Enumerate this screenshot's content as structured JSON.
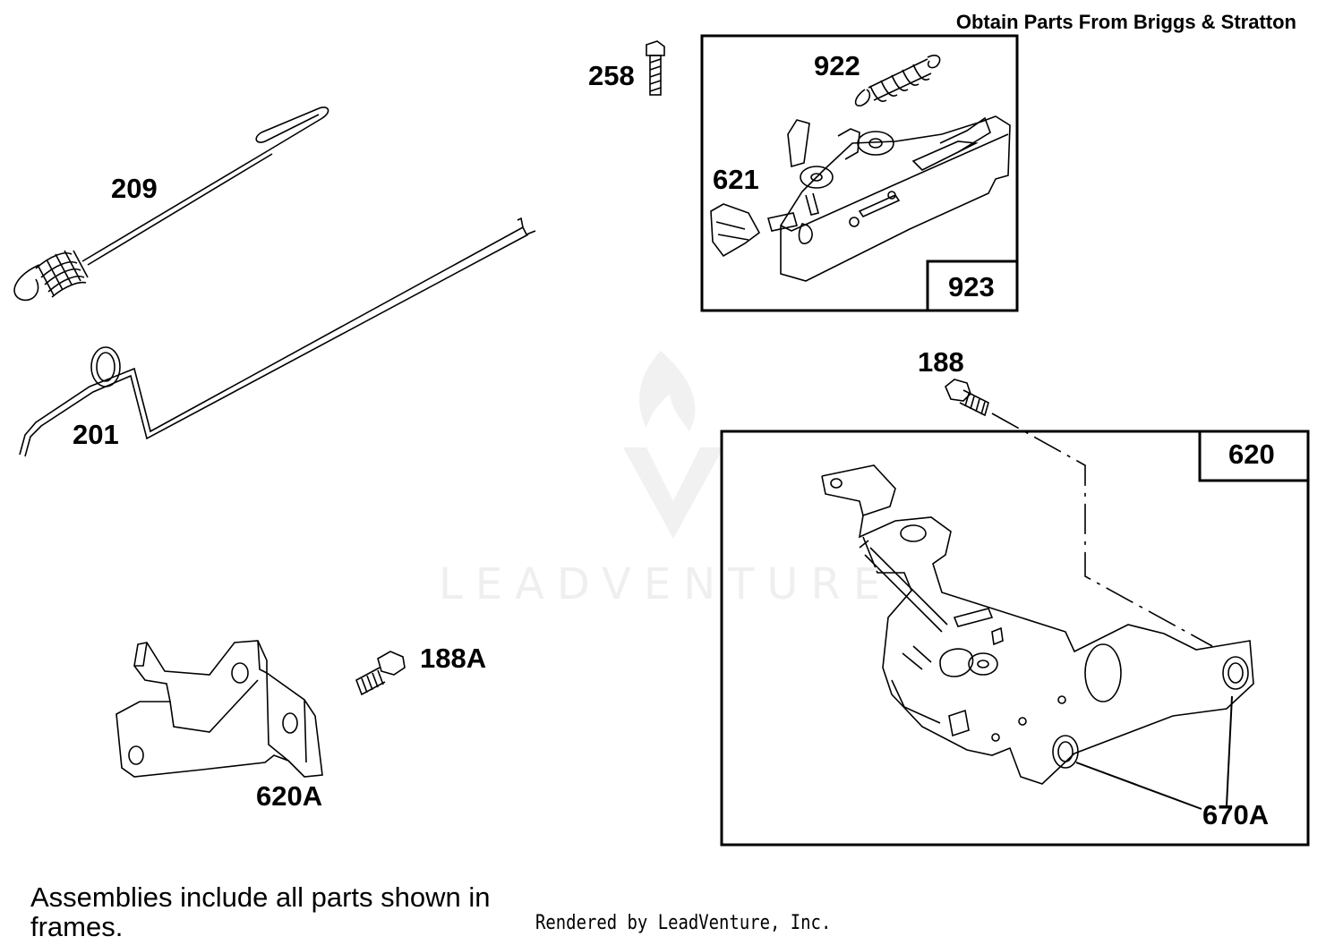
{
  "header": {
    "text": "Obtain Parts From Briggs & Stratton"
  },
  "watermark": {
    "brand": "LEADVENTURE",
    "color": "#efefef"
  },
  "parts": {
    "p258": "258",
    "p922": "922",
    "p621": "621",
    "p923": "923",
    "p209": "209",
    "p201": "201",
    "p188": "188",
    "p620": "620",
    "p188a": "188A",
    "p620a": "620A",
    "p670a": "670A"
  },
  "note": {
    "text": "Assemblies include all parts shown in frames."
  },
  "footer": {
    "text": "Rendered by LeadVenture, Inc."
  }
}
